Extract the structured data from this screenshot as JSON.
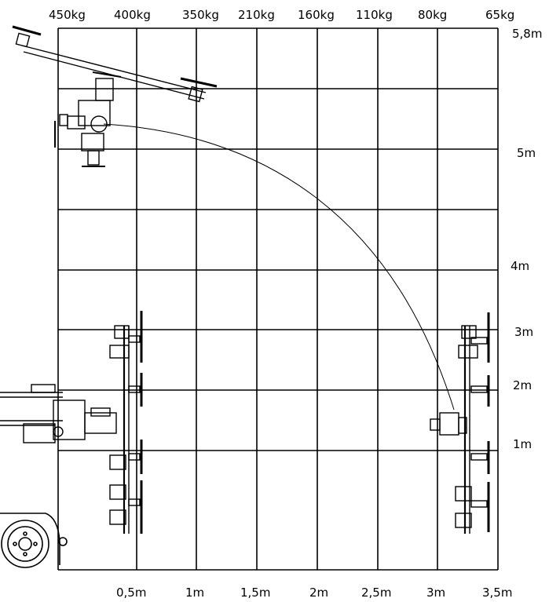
{
  "top_labels": [
    "450kg",
    "400kg",
    "350kg",
    "210kg",
    "160kg",
    "110kg",
    "80kg",
    "65kg"
  ],
  "bottom_labels": [
    "0,5m",
    "1m",
    "1,5m",
    "2m",
    "2,5m",
    "3m",
    "3,5m"
  ],
  "right_labels": [
    "5,8m",
    "5m",
    "4m",
    "3m",
    "2m",
    "1m"
  ],
  "colors": {
    "line": "#000000",
    "background": "#ffffff"
  },
  "icons": [
    "vacuum-lifter-rotated-icon",
    "vacuum-lifter-near-icon",
    "vacuum-lifter-far-icon",
    "crane-boom-icon",
    "crane-wheel-icon"
  ]
}
